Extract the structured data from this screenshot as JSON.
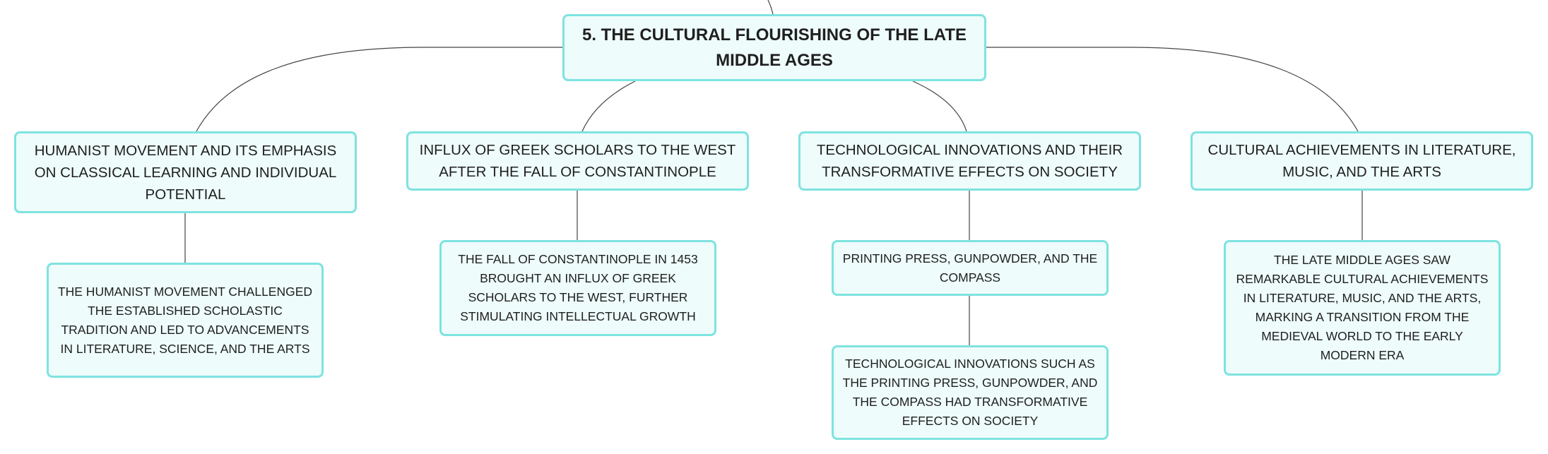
{
  "mindmap": {
    "root": {
      "label": "5. THE CULTURAL FLOURISHING OF THE LATE MIDDLE AGES"
    },
    "branches": [
      {
        "label": "HUMANIST MOVEMENT AND ITS EMPHASIS ON CLASSICAL LEARNING AND INDIVIDUAL POTENTIAL",
        "children": [
          "THE HUMANIST MOVEMENT CHALLENGED THE ESTABLISHED SCHOLASTIC TRADITION AND LED TO ADVANCEMENTS IN LITERATURE, SCIENCE, AND THE ARTS"
        ]
      },
      {
        "label": "INFLUX OF GREEK SCHOLARS TO THE WEST AFTER THE FALL OF CONSTANTINOPLE",
        "children": [
          "THE FALL OF CONSTANTINOPLE IN 1453 BROUGHT AN INFLUX OF GREEK SCHOLARS TO THE WEST, FURTHER STIMULATING INTELLECTUAL GROWTH"
        ]
      },
      {
        "label": "TECHNOLOGICAL INNOVATIONS AND THEIR TRANSFORMATIVE EFFECTS ON SOCIETY",
        "children": [
          "PRINTING PRESS, GUNPOWDER, AND THE COMPASS",
          "TECHNOLOGICAL INNOVATIONS SUCH AS THE PRINTING PRESS, GUNPOWDER, AND THE COMPASS HAD TRANSFORMATIVE EFFECTS ON SOCIETY"
        ]
      },
      {
        "label": "CULTURAL ACHIEVEMENTS IN LITERATURE, MUSIC, AND THE ARTS",
        "children": [
          "THE LATE MIDDLE AGES SAW REMARKABLE CULTURAL ACHIEVEMENTS IN LITERATURE, MUSIC, AND THE ARTS, MARKING A TRANSITION FROM THE MEDIEVAL WORLD TO THE EARLY MODERN ERA"
        ]
      }
    ]
  },
  "colors": {
    "node_fill": "#eefcfb",
    "node_border": "#7ee3e0",
    "connector": "#444444",
    "text": "#1f1f1f"
  }
}
